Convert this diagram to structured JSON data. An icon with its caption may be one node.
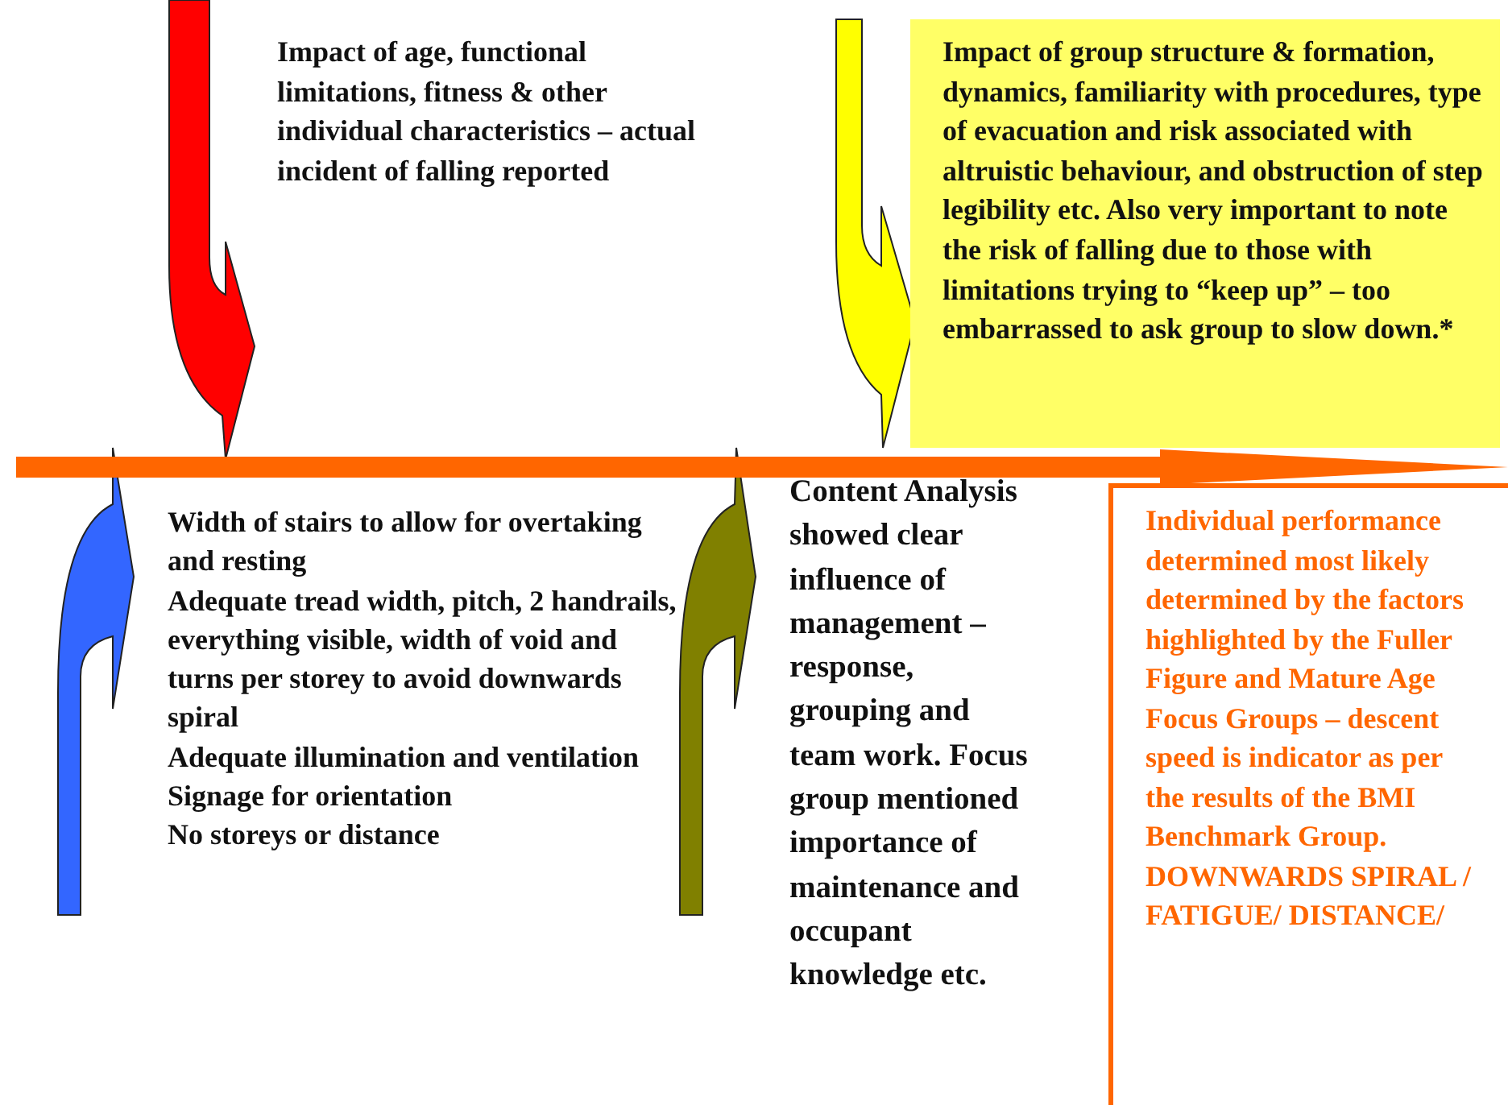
{
  "diagram": {
    "nodes": [
      {
        "text": [
          "Impact of age, functional limitations, fitness & other individual characteristics – actual incident of falling reported"
        ]
      },
      {
        "text": [
          "Impact of group structure & formation, dynamics, familiarity with procedures, type of evacuation and risk associated with altruistic behaviour, and obstruction of step legibility etc. Also very important to note the risk of falling due to those with limitations trying to “keep up” – too embarrassed to ask group to slow down.*"
        ]
      },
      {
        "text": [
          "Width of stairs to allow for overtaking and resting",
          "Adequate tread width, pitch, 2 handrails, everything visible, width of void and turns per storey to avoid downwards spiral",
          "Adequate illumination and ventilation",
          "Signage for orientation",
          "No storeys or distance"
        ]
      },
      {
        "text": [
          "Content Analysis showed clear influence of management – response, grouping and team work. Focus group mentioned importance of maintenance and occupant knowledge etc."
        ]
      },
      {
        "text": [
          "Individual performance determined most likely determined by the factors highlighted by the Fuller Figure and Mature Age Focus Groups – descent speed is indicator as per the results of the BMI Benchmark Group. DOWNWARDS SPIRAL / FATIGUE/ DISTANCE/"
        ]
      }
    ],
    "edges": [
      {
        "from": null,
        "to": 4,
        "arrow": "to"
      }
    ]
  }
}
